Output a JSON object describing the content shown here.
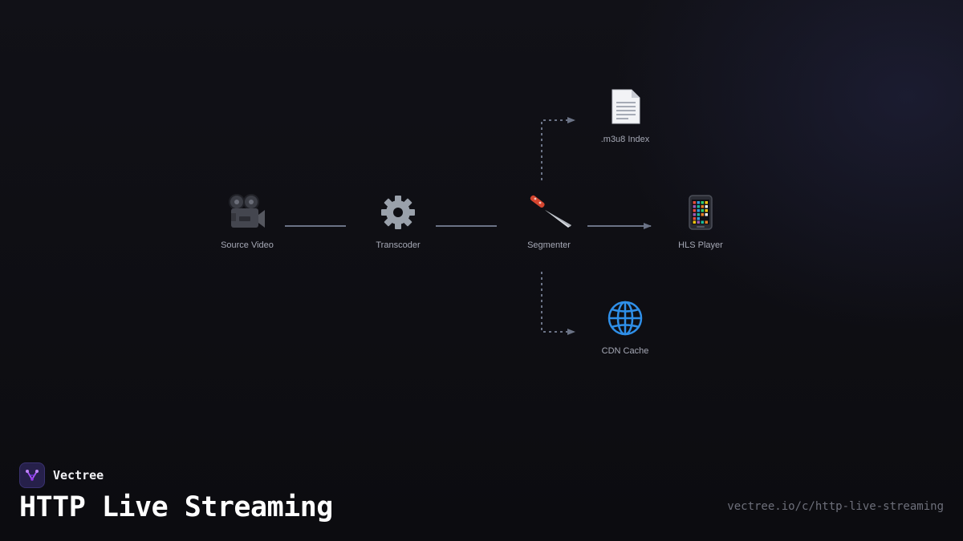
{
  "diagram": {
    "nodes": [
      {
        "id": "source",
        "label": "Source Video",
        "icon": "movie-camera-icon"
      },
      {
        "id": "transcoder",
        "label": "Transcoder",
        "icon": "gear-icon"
      },
      {
        "id": "segmenter",
        "label": "Segmenter",
        "icon": "knife-icon"
      },
      {
        "id": "player",
        "label": "HLS Player",
        "icon": "mobile-phone-icon"
      },
      {
        "id": "index",
        "label": ".m3u8 Index",
        "icon": "document-icon"
      },
      {
        "id": "cdn",
        "label": "CDN Cache",
        "icon": "globe-icon"
      }
    ],
    "edges": [
      {
        "from": "source",
        "to": "transcoder",
        "style": "solid",
        "arrow": false
      },
      {
        "from": "transcoder",
        "to": "segmenter",
        "style": "solid",
        "arrow": false
      },
      {
        "from": "segmenter",
        "to": "player",
        "style": "solid",
        "arrow": true
      },
      {
        "from": "segmenter",
        "to": "index",
        "style": "dotted",
        "arrow": true
      },
      {
        "from": "segmenter",
        "to": "cdn",
        "style": "dotted",
        "arrow": true
      }
    ],
    "colors": {
      "edge": "#6b7386",
      "label": "#a6a9b6",
      "background": "#0e0e13"
    }
  },
  "brand": {
    "name": "Vectree",
    "accent": "#a855f7"
  },
  "page": {
    "title": "HTTP Live Streaming",
    "url": "vectree.io/c/http-live-streaming"
  }
}
